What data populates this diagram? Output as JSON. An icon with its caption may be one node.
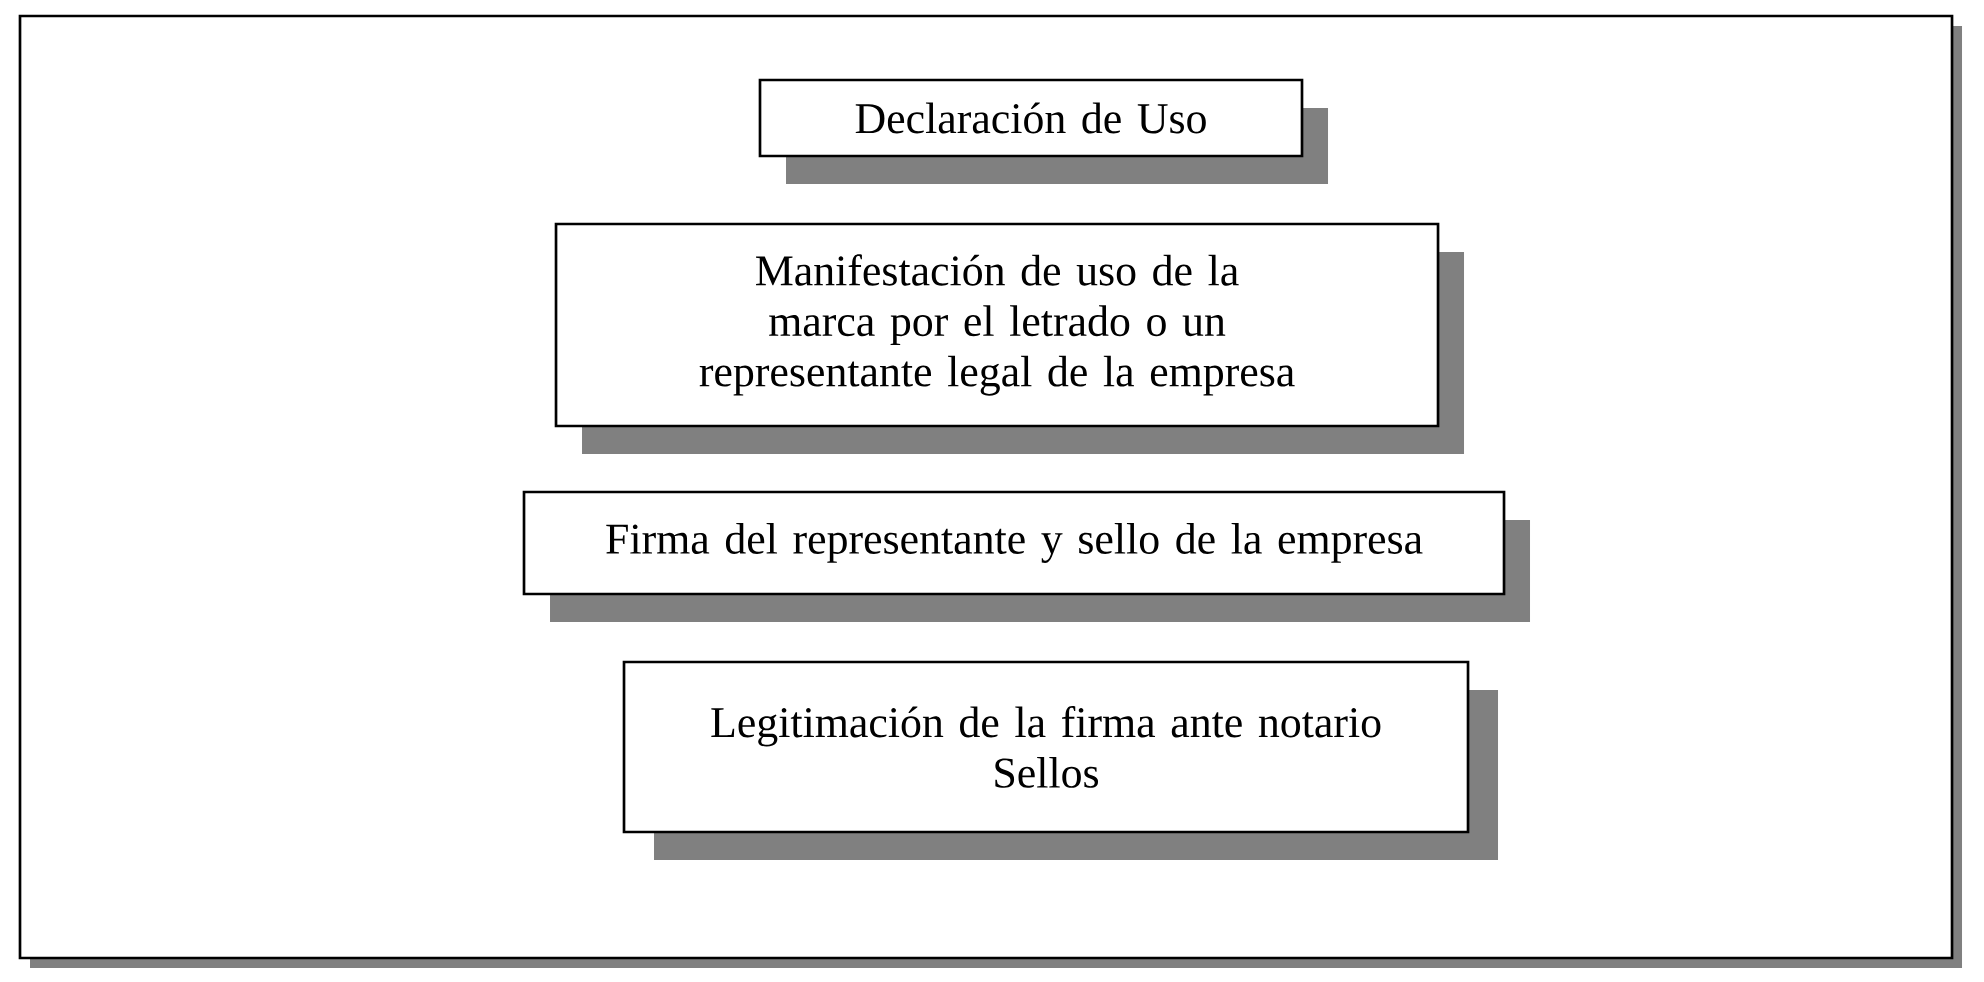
{
  "diagram": {
    "nodes": [
      {
        "text": [],
        "shape": "box"
      },
      {
        "text": [
          "Declaración de Uso"
        ],
        "in": 0
      },
      {
        "text": [
          "Manifestación de uso de la marca por el letrado o un representante legal de la empresa"
        ],
        "in": 0
      },
      {
        "text": [
          "Firma del representante y sello de la empresa"
        ],
        "in": 0
      },
      {
        "text": [
          "Legitimación de la firma ante notario",
          "Sellos"
        ],
        "in": 0
      }
    ]
  }
}
